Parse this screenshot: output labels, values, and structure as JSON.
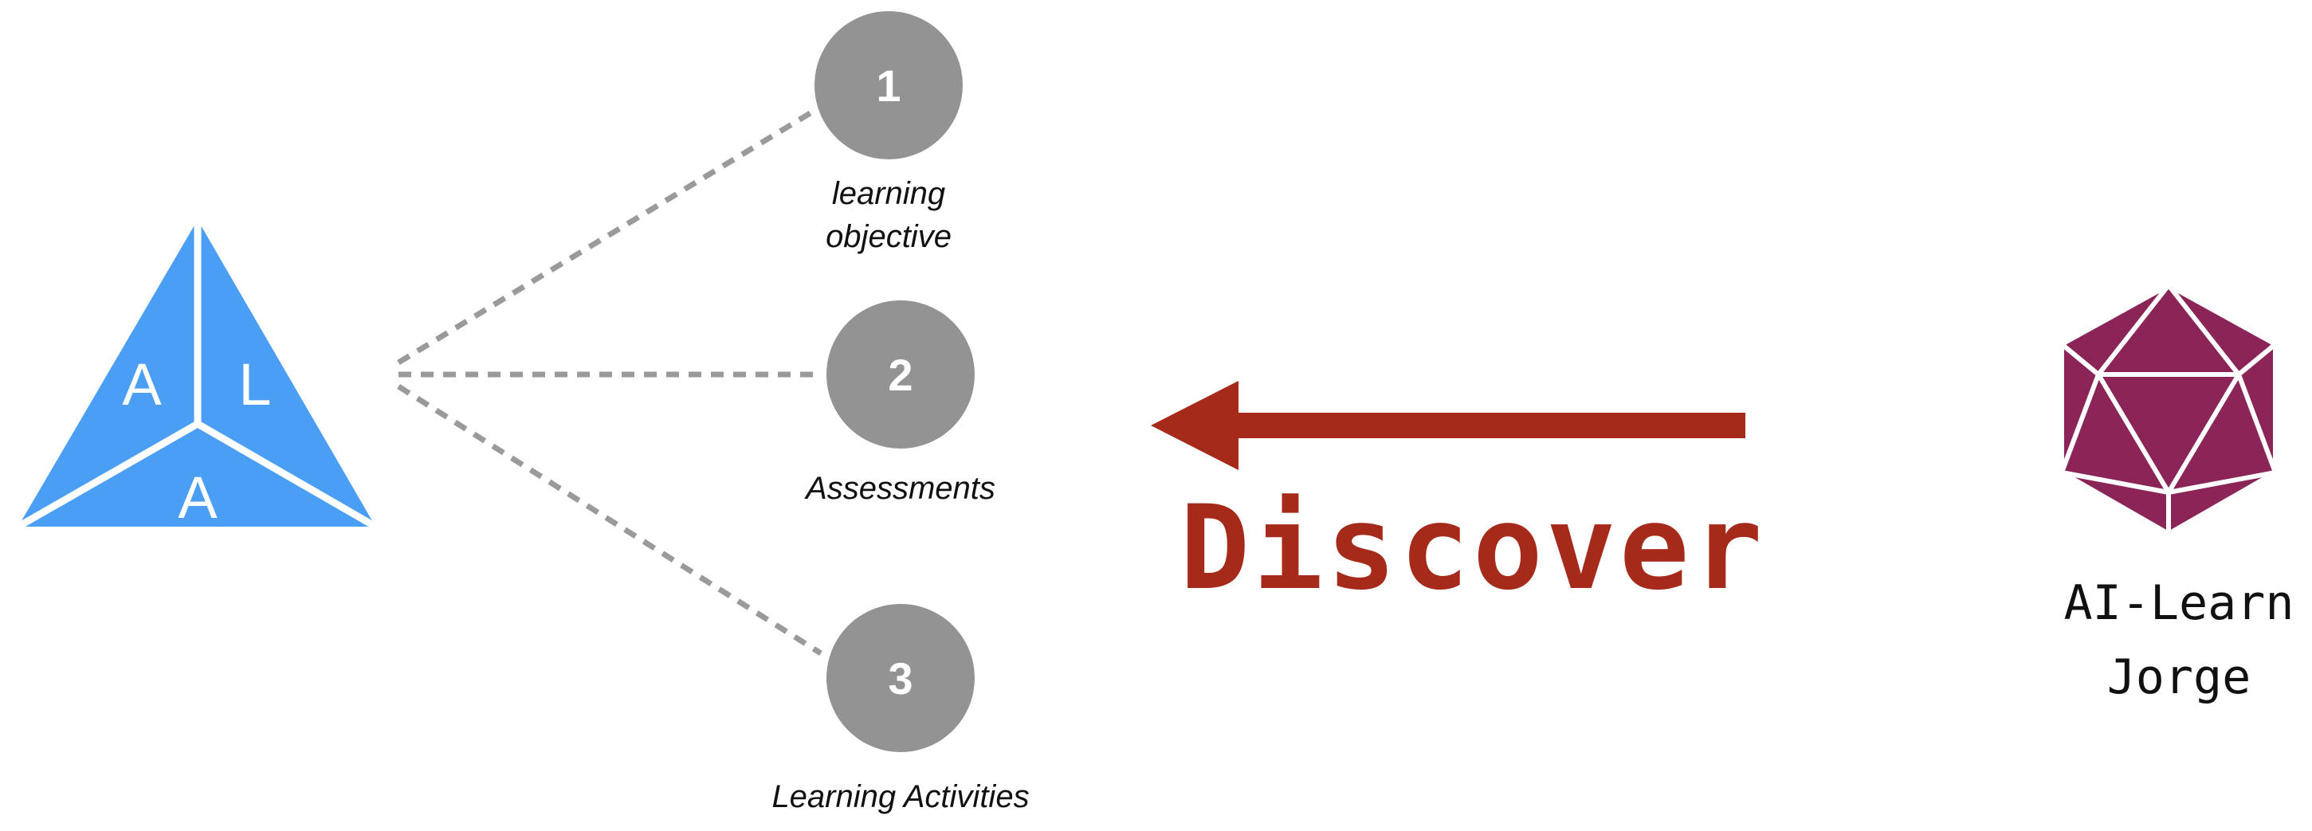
{
  "framework": {
    "letters": [
      "A",
      "L",
      "A"
    ],
    "color": "#4A9FF5"
  },
  "steps": [
    {
      "number": "1",
      "caption_lines": [
        "learning",
        "objective"
      ]
    },
    {
      "number": "2",
      "caption_lines": [
        "Assessments"
      ]
    },
    {
      "number": "3",
      "caption_lines": [
        "Learning Activities"
      ]
    }
  ],
  "step_circle_color": "#939393",
  "connector_color": "#9A9A9A",
  "action": {
    "label": "Discover",
    "color": "#A52A1A"
  },
  "agent": {
    "name_lines": [
      "AI-Learn",
      "Jorge"
    ],
    "icon": "icosahedron-icon",
    "color": "#8B2457"
  }
}
